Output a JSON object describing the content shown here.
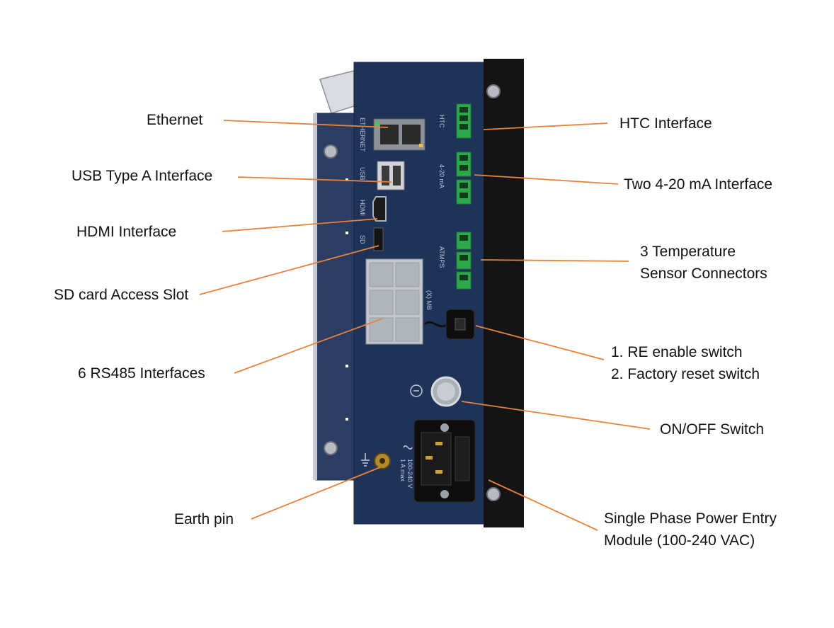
{
  "colors": {
    "panel": "#1f3358",
    "bezel": "#141414",
    "terminal": "#2ca84a",
    "leader": "#e8823a",
    "side_plate": "#2b3d62"
  },
  "silkscreen": {
    "ethernet": "ETHERNET",
    "usb": "USB",
    "hdmi": "HDMI",
    "sd": "SD",
    "mb": "(X) MB",
    "htc": "HTC",
    "ma": "4-20 mA",
    "atmps": "ATMPS",
    "voltage": "100-240 V",
    "current": "1 A max"
  },
  "labels": {
    "left": [
      {
        "id": "ethernet",
        "lines": [
          "Ethernet"
        ]
      },
      {
        "id": "usb",
        "lines": [
          "USB Type A Interface"
        ]
      },
      {
        "id": "hdmi",
        "lines": [
          "HDMI Interface"
        ]
      },
      {
        "id": "sd",
        "lines": [
          "SD card Access Slot"
        ]
      },
      {
        "id": "rs485",
        "lines": [
          "6 RS485 Interfaces"
        ]
      },
      {
        "id": "earth",
        "lines": [
          "Earth pin"
        ]
      }
    ],
    "right": [
      {
        "id": "htc",
        "lines": [
          "HTC Interface"
        ]
      },
      {
        "id": "ma",
        "lines": [
          "Two 4-20 mA Interface"
        ]
      },
      {
        "id": "temp",
        "lines": [
          "3 Temperature",
          "Sensor Connectors"
        ]
      },
      {
        "id": "switches",
        "lines": [
          "1. RE enable switch",
          "2. Factory reset switch"
        ]
      },
      {
        "id": "onoff",
        "lines": [
          "ON/OFF Switch"
        ]
      },
      {
        "id": "power",
        "lines": [
          "Single Phase Power Entry",
          "Module  (100-240 VAC)"
        ]
      }
    ]
  }
}
